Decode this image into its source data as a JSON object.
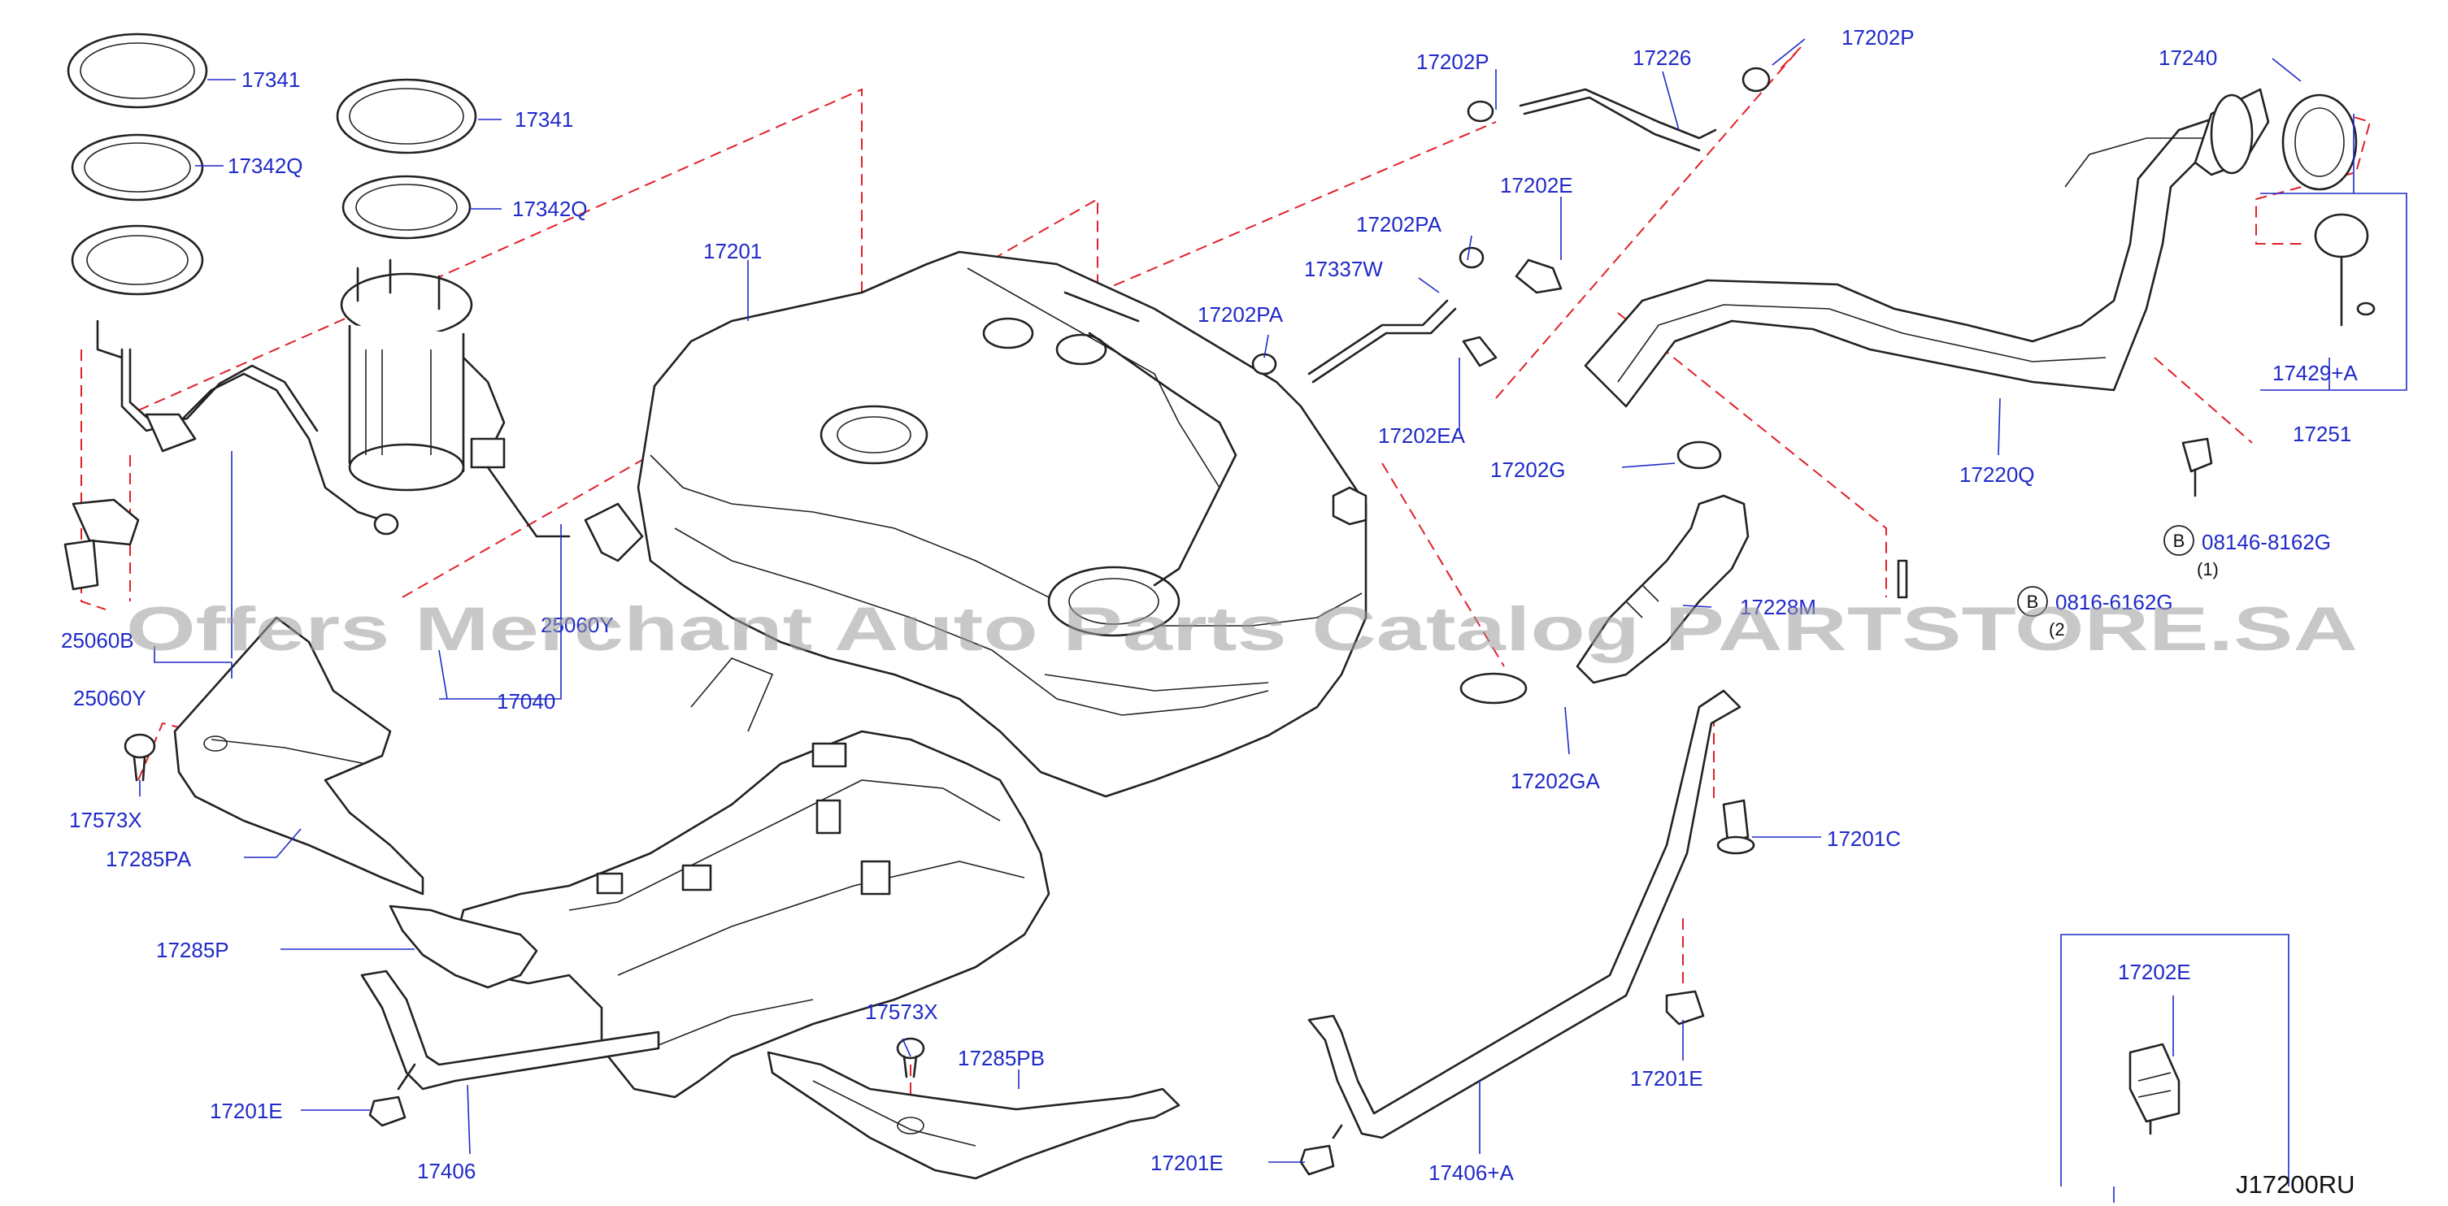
{
  "diagram": {
    "labels": {
      "p17341_a": "17341",
      "p17342q_a": "17342Q",
      "p17341_b": "17341",
      "p17342q_b": "17342Q",
      "p17201": "17201",
      "p17202p_a": "17202P",
      "p17226": "17226",
      "p17202p_b": "17202P",
      "p17240": "17240",
      "p17202e_a": "17202E",
      "p17202pa_a": "17202PA",
      "p17337w": "17337W",
      "p17202pa_b": "17202PA",
      "p17202ea": "17202EA",
      "p17202g": "17202G",
      "p17220q": "17220Q",
      "p17429a": "17429+A",
      "p17251": "17251",
      "p08146_b": "B",
      "p08146": "08146-8162G",
      "p08146_q": "(1)",
      "p0816_b": "B",
      "p0816": "0816-6162G",
      "p0816_q": "(2",
      "p1728": "17228M",
      "p25060b": "25060B",
      "p25060y": "25060Y",
      "p25060": "25060Y",
      "p17040": "17040",
      "p17202ga": "17202GA",
      "p17573x_a": "17573X",
      "p17285pa": "17285PA",
      "p17285p": "17285P",
      "p17201e_a": "17201E",
      "p17406": "17406",
      "p17573x_b": "17573X",
      "p17285pb": "17285PB",
      "p17201c": "17201C",
      "p17201e_b": "17201E",
      "p17201e_c": "17201E",
      "p17406a": "17406+A",
      "p17202e_b": "17202E"
    },
    "diagram_code": "J17200RU",
    "watermark": "Offers Merchant Auto Parts Catalog PARTSTORE.SA",
    "colors": {
      "label_blue": "#1f2ac8",
      "leader_red_dashed": "#e0202a",
      "line_black": "#222222",
      "watermark_gray": "#9a9a9a"
    }
  }
}
